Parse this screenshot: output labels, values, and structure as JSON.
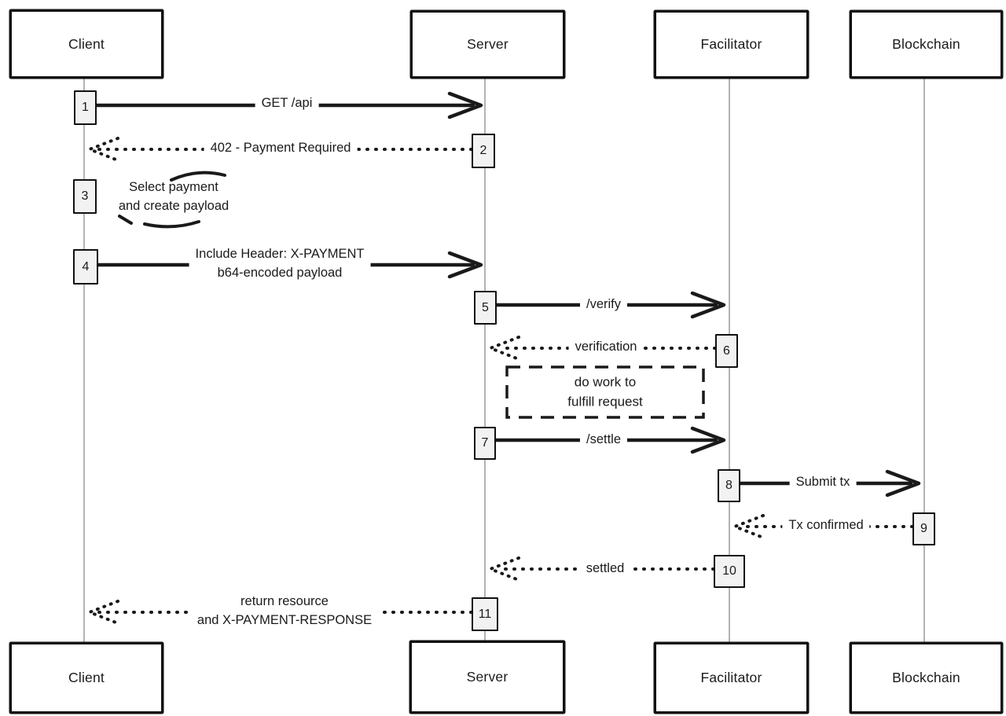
{
  "diagram": {
    "kind": "sequence-diagram",
    "actors": [
      {
        "id": "client",
        "label": "Client"
      },
      {
        "id": "server",
        "label": "Server"
      },
      {
        "id": "facilitator",
        "label": "Facilitator"
      },
      {
        "id": "blockchain",
        "label": "Blockchain"
      }
    ],
    "messages": [
      {
        "step": "1",
        "from": "client",
        "to": "server",
        "style": "solid",
        "label": "GET /api"
      },
      {
        "step": "2",
        "from": "server",
        "to": "client",
        "style": "dotted",
        "label": "402 - Payment Required"
      },
      {
        "step": "3",
        "from": "client",
        "to": "client",
        "style": "self",
        "label": "Select payment\nand create payload"
      },
      {
        "step": "4",
        "from": "client",
        "to": "server",
        "style": "solid",
        "label": "Include Header: X-PAYMENT\nb64-encoded payload"
      },
      {
        "step": "5",
        "from": "server",
        "to": "facilitator",
        "style": "solid",
        "label": "/verify"
      },
      {
        "step": "6",
        "from": "facilitator",
        "to": "server",
        "style": "dotted",
        "label": "verification"
      },
      {
        "step": "7",
        "from": "server",
        "to": "facilitator",
        "style": "solid",
        "label": "/settle"
      },
      {
        "step": "8",
        "from": "facilitator",
        "to": "blockchain",
        "style": "solid",
        "label": "Submit tx"
      },
      {
        "step": "9",
        "from": "blockchain",
        "to": "facilitator",
        "style": "dotted",
        "label": "Tx confirmed"
      },
      {
        "step": "10",
        "from": "facilitator",
        "to": "server",
        "style": "dotted",
        "label": "settled"
      },
      {
        "step": "11",
        "from": "server",
        "to": "client",
        "style": "dotted",
        "label": "return resource\nand X-PAYMENT-RESPONSE"
      }
    ],
    "note": {
      "label": "do work to\nfulfill request",
      "attached_to": "server-facilitator"
    },
    "colors": {
      "ink": "#1a1a1a",
      "lifeline": "#b3b3b3",
      "badge_fill": "#f2f2f2",
      "background": "#ffffff"
    }
  }
}
